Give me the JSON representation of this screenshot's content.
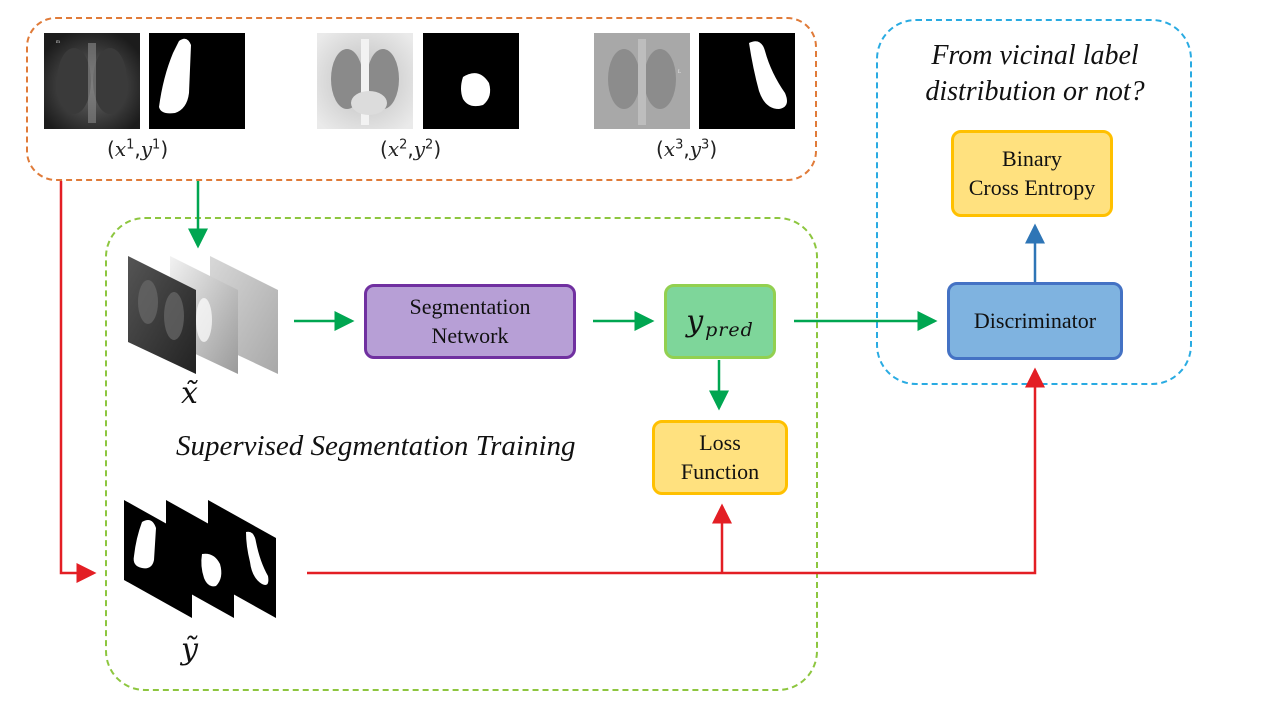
{
  "pairs": [
    {
      "label": "(x1,y1)"
    },
    {
      "label": "(x2,y2)"
    },
    {
      "label": "(x3,y3)"
    }
  ],
  "pair_label_parts": {
    "open": "(",
    "x": "x",
    "comma": ",",
    "y": "y",
    "close": ")",
    "sup1": "1",
    "sup2": "2",
    "sup3": "3"
  },
  "mixed_input_symbol": "x̃",
  "mixed_label_symbol": "ỹ",
  "nodes": {
    "segmentation_network": "Segmentation\nNetwork",
    "y_pred_base": "y",
    "y_pred_sub": "pred",
    "loss_function": "Loss\nFunction",
    "discriminator": "Discriminator",
    "bce": "Binary\nCross Entropy"
  },
  "captions": {
    "supervised": "Supervised Segmentation Training",
    "question": "From vicinal label\ndistribution or not?"
  },
  "colors": {
    "orange_box": "#E07B39",
    "green_box": "#8DC63F",
    "blue_box": "#29ABE2",
    "segnet_fill": "#B79FD6",
    "segnet_border": "#7030A0",
    "ypred_fill": "#7ED69A",
    "ypred_border": "#92D050",
    "loss_fill": "#FFE17F",
    "loss_border": "#FFC000",
    "disc_fill": "#7FB3E0",
    "disc_border": "#4472C4",
    "arrow_green": "#00A651",
    "arrow_red": "#E31E24",
    "arrow_blue": "#2E75B6"
  }
}
